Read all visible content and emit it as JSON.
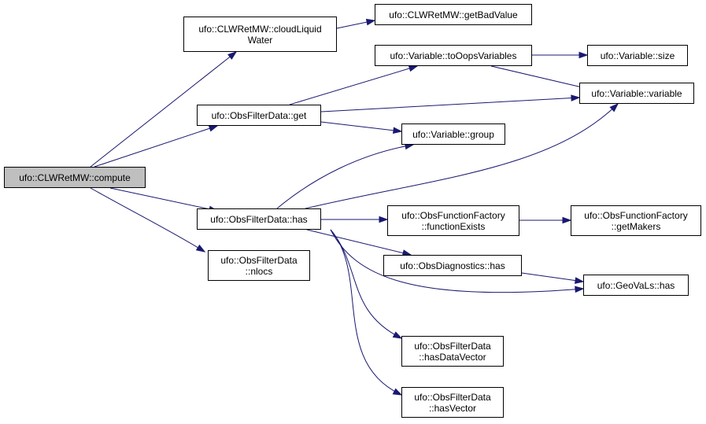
{
  "nodes": {
    "compute": {
      "lines": [
        "ufo::CLWRetMW::compute"
      ],
      "fill": "#bfbfbf"
    },
    "cloudLiquidWater": {
      "lines": [
        "ufo::CLWRetMW::cloudLiquid",
        "Water"
      ]
    },
    "getBadValue": {
      "lines": [
        "ufo::CLWRetMW::getBadValue"
      ]
    },
    "obsFilterDataGet": {
      "lines": [
        "ufo::ObsFilterData::get"
      ]
    },
    "toOopsVariables": {
      "lines": [
        "ufo::Variable::toOopsVariables"
      ]
    },
    "variableSize": {
      "lines": [
        "ufo::Variable::size"
      ]
    },
    "variableVariable": {
      "lines": [
        "ufo::Variable::variable"
      ]
    },
    "variableGroup": {
      "lines": [
        "ufo::Variable::group"
      ]
    },
    "obsFilterDataHas": {
      "lines": [
        "ufo::ObsFilterData::has"
      ]
    },
    "functionExists": {
      "lines": [
        "ufo::ObsFunctionFactory",
        "::functionExists"
      ]
    },
    "getMakers": {
      "lines": [
        "ufo::ObsFunctionFactory",
        "::getMakers"
      ]
    },
    "obsDiagnosticsHas": {
      "lines": [
        "ufo::ObsDiagnostics::has"
      ]
    },
    "geoVaLsHas": {
      "lines": [
        "ufo::GeoVaLs::has"
      ]
    },
    "nlocs": {
      "lines": [
        "ufo::ObsFilterData",
        "::nlocs"
      ]
    },
    "hasDataVector": {
      "lines": [
        "ufo::ObsFilterData",
        "::hasDataVector"
      ]
    },
    "hasVector": {
      "lines": [
        "ufo::ObsFilterData",
        "::hasVector"
      ]
    }
  },
  "edges": [
    [
      "compute",
      "cloudLiquidWater"
    ],
    [
      "compute",
      "obsFilterDataGet"
    ],
    [
      "compute",
      "obsFilterDataHas"
    ],
    [
      "compute",
      "nlocs"
    ],
    [
      "cloudLiquidWater",
      "getBadValue"
    ],
    [
      "obsFilterDataGet",
      "toOopsVariables"
    ],
    [
      "obsFilterDataGet",
      "variableVariable"
    ],
    [
      "obsFilterDataGet",
      "variableGroup"
    ],
    [
      "toOopsVariables",
      "variableSize"
    ],
    [
      "toOopsVariables",
      "variableVariable"
    ],
    [
      "obsFilterDataHas",
      "variableGroup"
    ],
    [
      "obsFilterDataHas",
      "variableVariable"
    ],
    [
      "obsFilterDataHas",
      "functionExists"
    ],
    [
      "obsFilterDataHas",
      "obsDiagnosticsHas"
    ],
    [
      "obsFilterDataHas",
      "geoVaLsHas"
    ],
    [
      "obsFilterDataHas",
      "hasDataVector"
    ],
    [
      "obsFilterDataHas",
      "hasVector"
    ],
    [
      "functionExists",
      "getMakers"
    ],
    [
      "obsDiagnosticsHas",
      "geoVaLsHas"
    ]
  ],
  "colors": {
    "edge": "#191970",
    "root_fill": "#bfbfbf",
    "node_fill": "#ffffff",
    "border": "#000000"
  }
}
